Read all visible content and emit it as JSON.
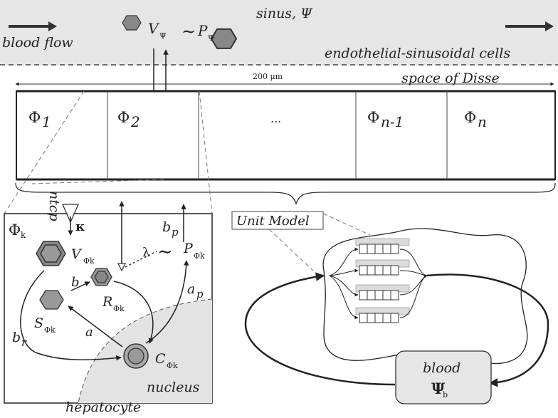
{
  "sinus": {
    "label": "sinus, Ψ"
  },
  "blood_flow": {
    "label": "blood flow"
  },
  "virus_top": {
    "V": "V",
    "V_sub": "Ψ",
    "tilde": "∼",
    "P": "P",
    "P_sub": "Ψ"
  },
  "endothelial": {
    "label": "endothelial-sinusoidal cells"
  },
  "disse": {
    "length_label": "200 μm",
    "label": "space of Disse"
  },
  "compartments": [
    {
      "sym": "Φ",
      "sub": "1"
    },
    {
      "sym": "Φ",
      "sub": "2"
    },
    {
      "sym": "...",
      "sub": ""
    },
    {
      "sym": "Φ",
      "sub": "n-1"
    },
    {
      "sym": "Φ",
      "sub": "n"
    }
  ],
  "unit_model": {
    "label": "Unit Model"
  },
  "hepatocyte": {
    "phi": "Φ",
    "phi_sub": "k",
    "ntcp": "ntcp",
    "kappa": "κ",
    "V": "V",
    "V_sub": "Φk",
    "R": "R",
    "R_sub": "Φk",
    "S": "S",
    "S_sub": "Φk",
    "C": "C",
    "C_sub": "Φk",
    "P": "P",
    "P_sub": "Φk",
    "lambda": "λ",
    "tilde": "∼",
    "b": "b",
    "b_r": "b",
    "b_r_sub": "r",
    "a": "a",
    "a_p": "a",
    "a_p_sub": "p",
    "b_p": "b",
    "b_p_sub": "p",
    "nucleus": "nucleus",
    "label": "hepatocyte"
  },
  "blood_box": {
    "label": "blood",
    "psi": "Ψ",
    "psi_sub": "b"
  }
}
